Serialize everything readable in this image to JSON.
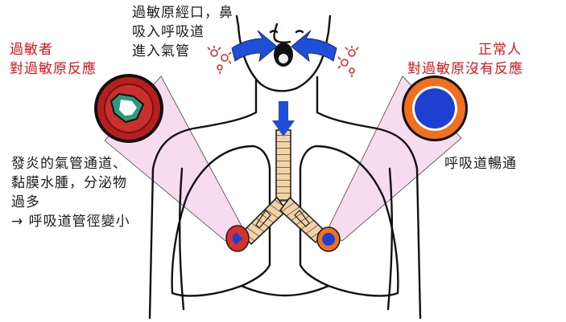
{
  "labels": {
    "inhale_line1": "過敏原經口，鼻",
    "inhale_line2": "吸入呼吸道",
    "inhale_line3": "進入氣管",
    "allergic_line1": "過敏者",
    "allergic_line2": "對過敏原反應",
    "normal_line1": "正常人",
    "normal_line2": "對過敏原沒有反應",
    "inflamed_line1": "發炎的氣管通道、",
    "inflamed_line2": "黏膜水腫，分泌物",
    "inflamed_line3": "過多",
    "inflamed_line4": "→ 呼吸道管徑變小",
    "clear_airway": "呼吸道暢通"
  },
  "colors": {
    "red_text": "#e8141b",
    "arrow_blue": "#1f4fd6",
    "allergen_red": "#d8332b",
    "callout_pink": "#f7dcf0",
    "tube_tan": "#f2d3a6",
    "inflamed_wall": "#b51f1f",
    "mucus_green": "#2e9a7a",
    "normal_ring": "#f07020",
    "lumen_blue": "#1f3fd1"
  },
  "icons": [
    "allergen-virus-icon",
    "inhale-arrow-icon",
    "down-arrow-icon"
  ]
}
